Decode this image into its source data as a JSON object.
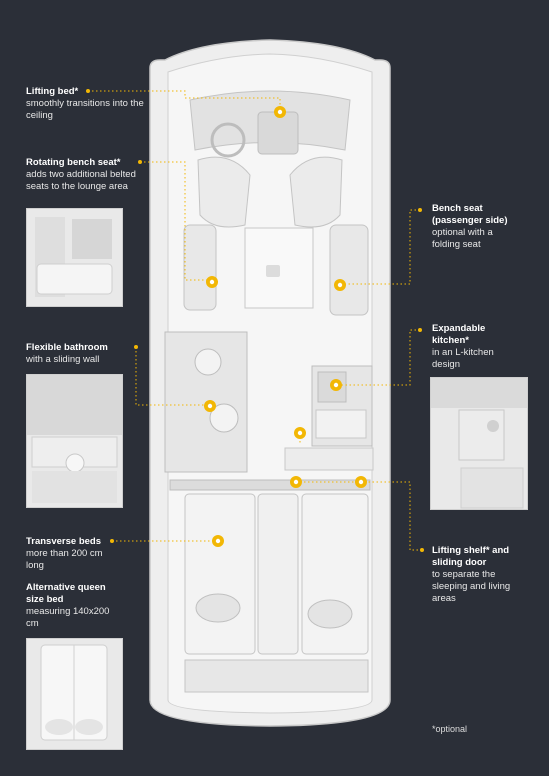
{
  "colors": {
    "background": "#2b2f38",
    "accent": "#f2b705",
    "van": "#f0f0f0",
    "line": "#bcbcbc"
  },
  "labels": {
    "lifting_bed": {
      "title": "Lifting bed*",
      "desc": "smoothly transitions into the ceiling"
    },
    "rotating_bench": {
      "title": "Rotating bench seat*",
      "desc": "adds two additional belted seats to the lounge area"
    },
    "bench_seat": {
      "title": "Bench seat (passenger side)",
      "desc": "optional with a folding seat"
    },
    "flexible_bathroom": {
      "title": "Flexible bathroom",
      "desc": "with a sliding wall"
    },
    "kitchen": {
      "title": "Expandable kitchen*",
      "desc": "in an L-kitchen design"
    },
    "transverse_beds": {
      "title": "Transverse beds",
      "desc": "more than 200 cm long"
    },
    "queen_bed": {
      "title": "Alternative queen size bed",
      "desc": "measuring 140x200 cm"
    },
    "lifting_shelf": {
      "title": "Lifting shelf* and sliding door",
      "desc": "to separate the sleeping and living areas"
    }
  },
  "footnote": "*optional"
}
